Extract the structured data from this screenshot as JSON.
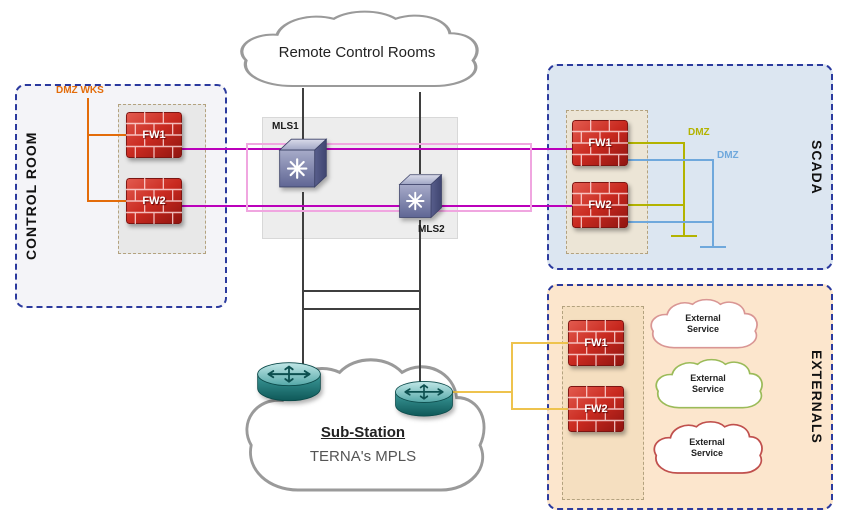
{
  "colors": {
    "zone_border": "#2b3a9e",
    "orange": "#e36c0a",
    "magenta": "#bb00bb",
    "pink": "#f0a6e0",
    "olive": "#b3b300",
    "dmz_blue": "#6fa8dc",
    "yellow": "#eec34e",
    "black_line": "#3f3f3f",
    "control_room_fill": "#f4f4f8",
    "scada_fill": "#dce6f1",
    "externals_fill": "#fce6cd"
  },
  "remote_cloud": {
    "label": "Remote Control Rooms"
  },
  "substation_cloud": {
    "title": "Sub-Station",
    "subtitle": "TERNA's MPLS"
  },
  "control_room": {
    "label": "CONTROL ROOM",
    "dmz_wks": "DMZ WKS",
    "firewalls": [
      {
        "label": "FW1"
      },
      {
        "label": "FW2"
      }
    ]
  },
  "core": {
    "switches": [
      {
        "label": "MLS1"
      },
      {
        "label": "MLS2"
      }
    ]
  },
  "scada": {
    "label": "SCADA",
    "firewalls": [
      {
        "label": "FW1"
      },
      {
        "label": "FW2"
      }
    ],
    "dmz": [
      {
        "label": "DMZ"
      },
      {
        "label": "DMZ"
      }
    ]
  },
  "externals": {
    "label": "EXTERNALS",
    "firewalls": [
      {
        "label": "FW1"
      },
      {
        "label": "FW2"
      }
    ],
    "services": [
      {
        "label": "External Service"
      },
      {
        "label": "External Service"
      },
      {
        "label": "External Service"
      }
    ]
  }
}
